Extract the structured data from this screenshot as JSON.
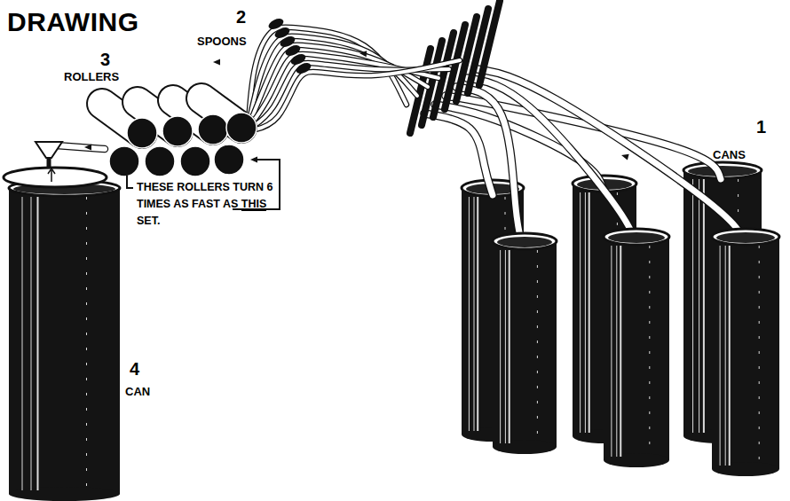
{
  "diagram": {
    "title": "DRAWING",
    "labels": [
      "1",
      "CANS",
      "2",
      "SPOONS",
      "3",
      "ROLLERS",
      "THESE ROLLERS TURN 6 TIMES AS FAST AS THIS SET.",
      "4",
      "CAN"
    ]
  }
}
